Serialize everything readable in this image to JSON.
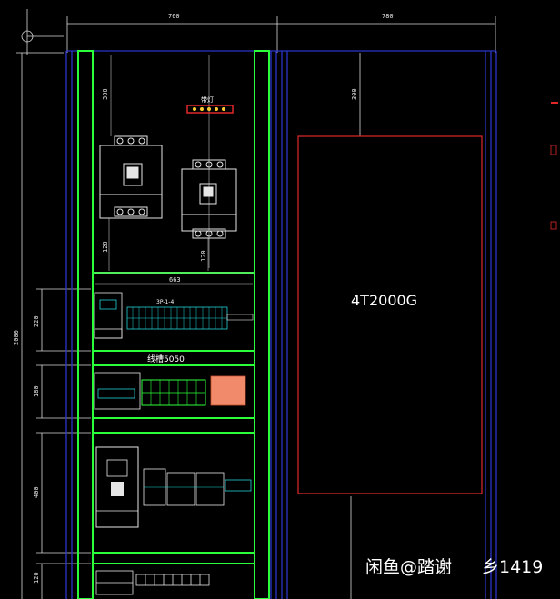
{
  "dimensions": {
    "top_left_width": "760",
    "top_right_width": "780",
    "left_height_total": "2000",
    "left_top_offset": "300",
    "right_top_offset": "300",
    "breaker_gap_left": "120",
    "breaker_gap_right": "120",
    "busbar_width": "663",
    "row1_height": "220",
    "row2_height": "180",
    "row3_height": "400",
    "row4_height": "120"
  },
  "labels": {
    "indicator_strip": "带灯",
    "terminal_label": "3P-1-4",
    "duct_label": "线槽5050",
    "transformer_label": "4T2000G",
    "watermark": "闲鱼@踏谢",
    "watermark_extra": "乡1419"
  },
  "colors": {
    "panel_green": "#2bff3a",
    "rail_blue": "#2b35c8",
    "outline_white": "#e6e6e6",
    "transformer_red": "#e0282a",
    "terminal_cyan": "#22d3d8",
    "relay_orange": "#f08a6a"
  }
}
